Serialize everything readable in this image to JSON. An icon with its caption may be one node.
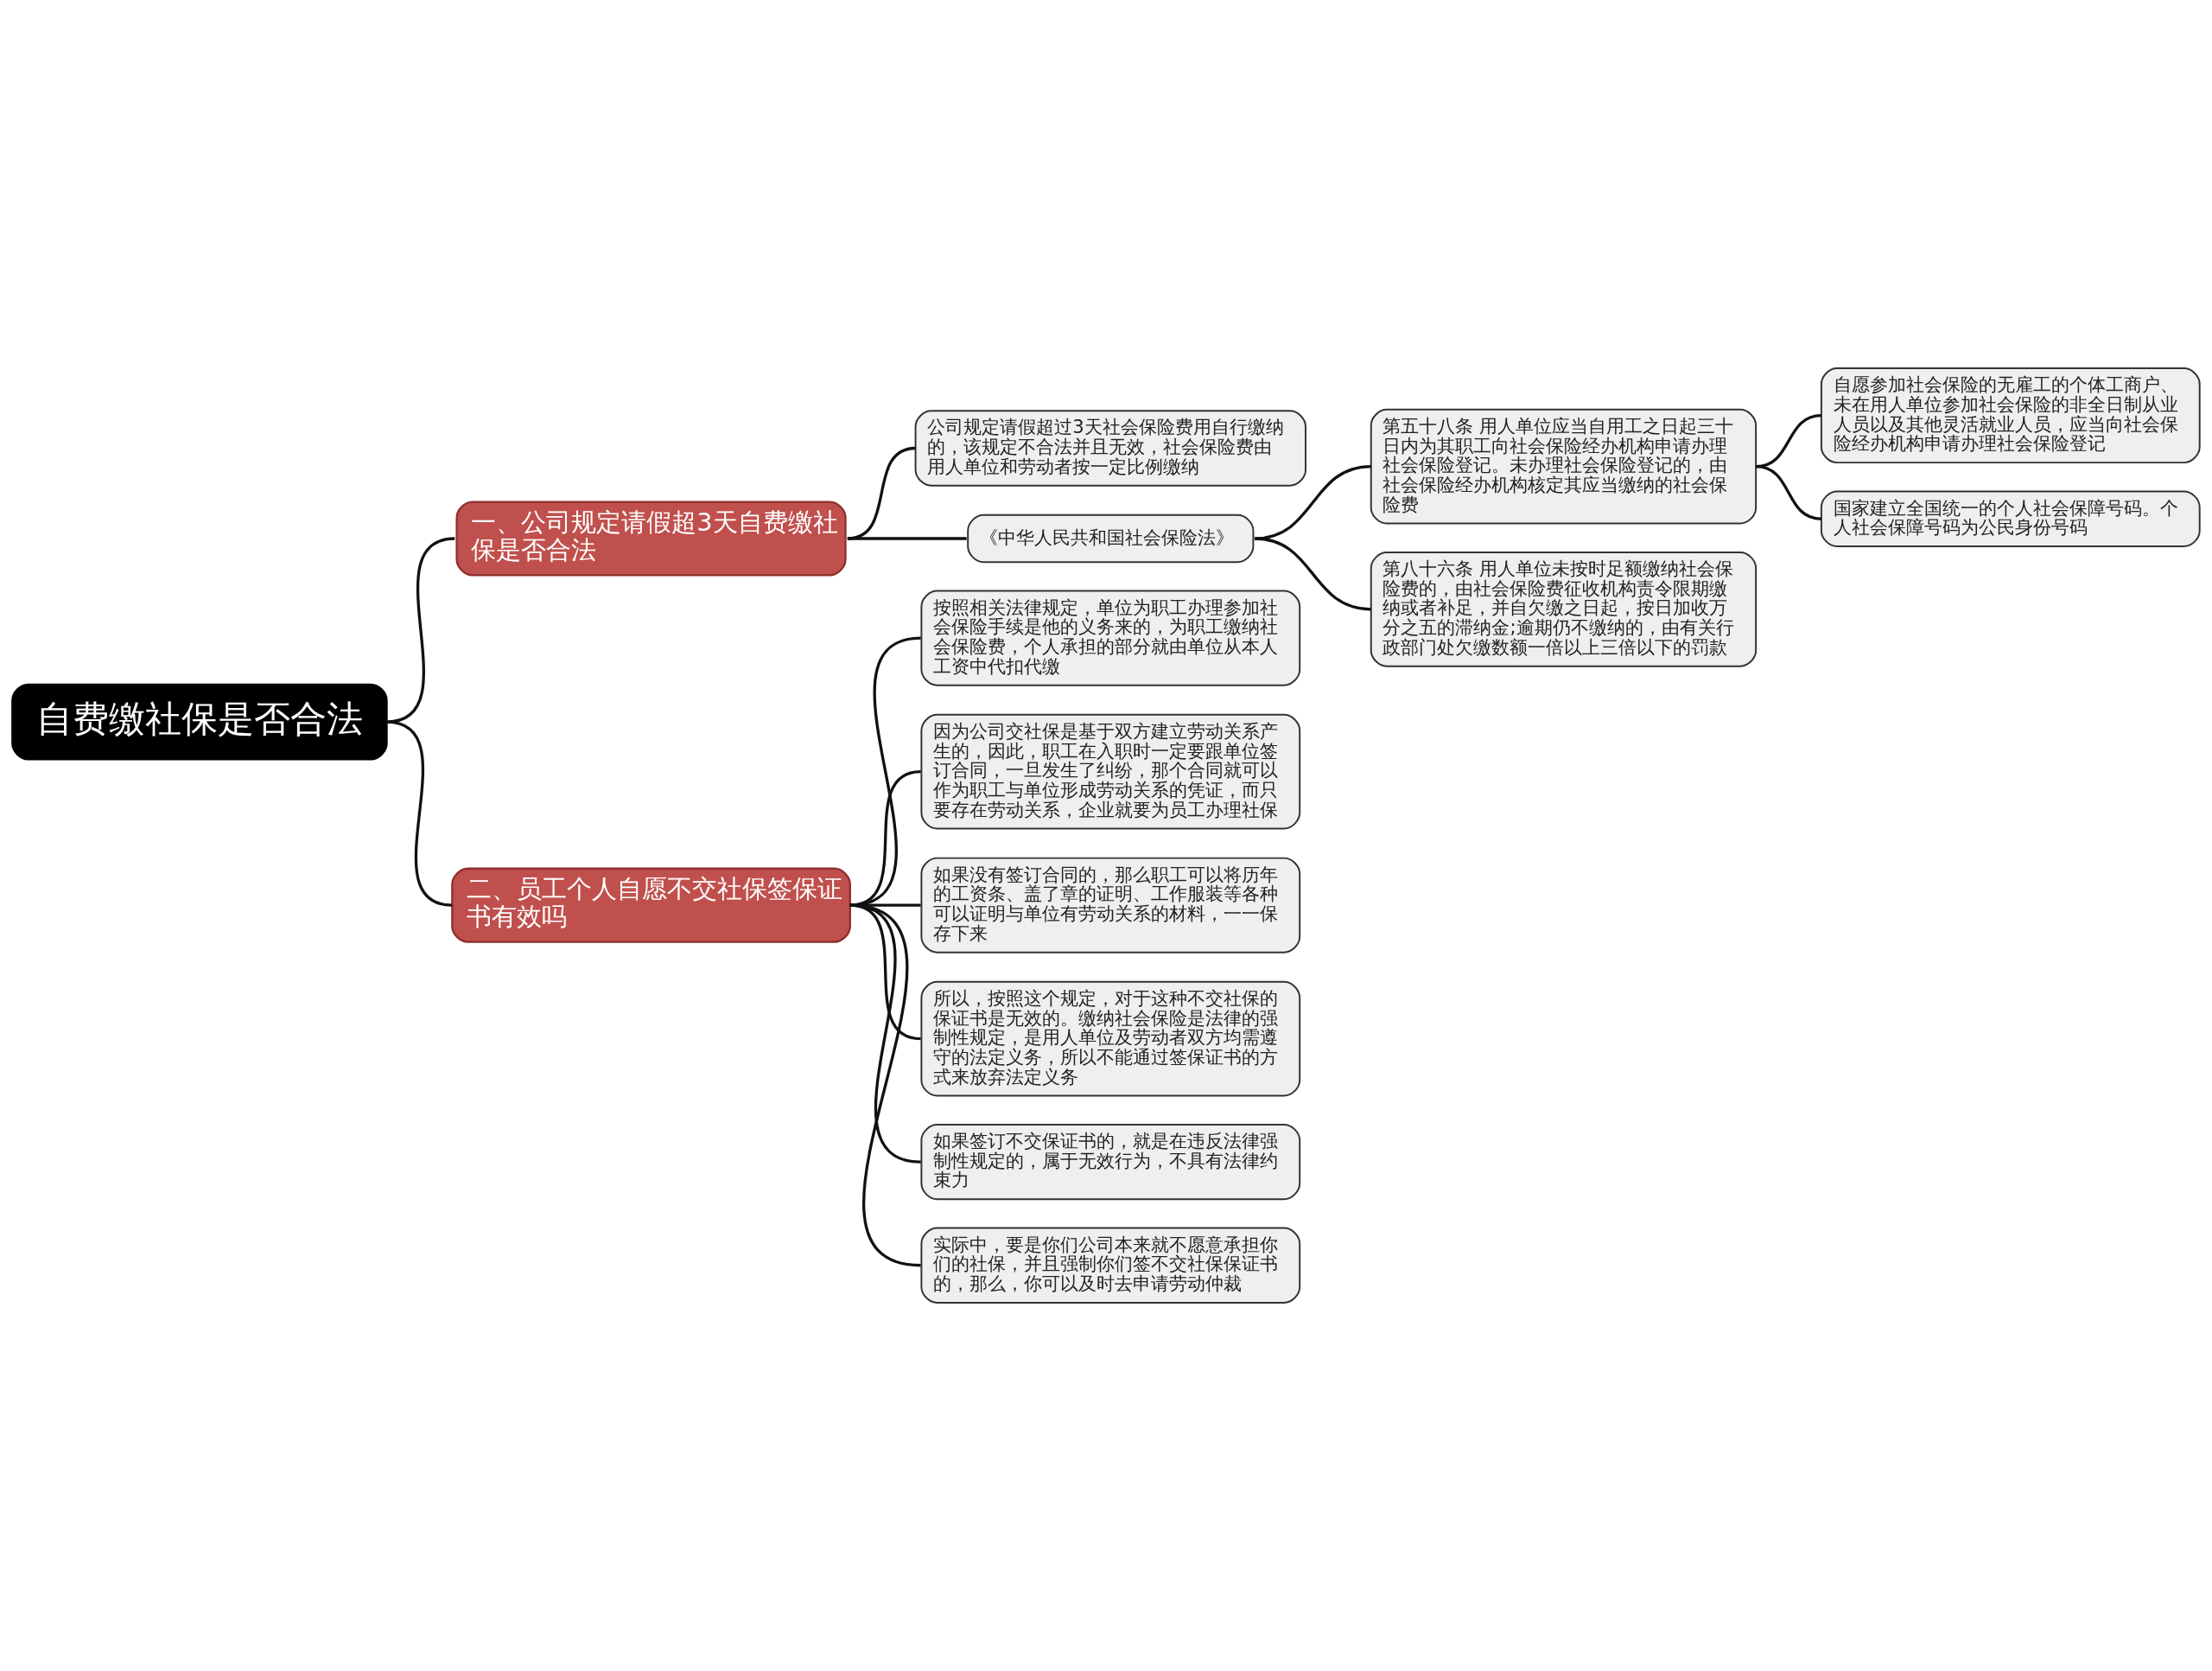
{
  "diagram": {
    "nodes": [
      {
        "text": [
          "自费缴社保是否合法"
        ]
      },
      {
        "text": [
          "一、公司规定请假超3天自费缴社保是否合法"
        ]
      },
      {
        "text": [
          "公司规定请假超过3天社会保险费用自行缴纳的，该规定不合法并且无效，社会保险费由用人单位和劳动者按一定比例缴纳"
        ]
      },
      {
        "text": [
          "《中华人民共和国社会保险法》"
        ]
      },
      {
        "text": [
          "第五十八条 用人单位应当自用工之日起三十日内为其职工向社会保险经办机构申请办理社会保险登记。未办理社会保险登记的，由社会保险经办机构核定其应当缴纳的社会保险费"
        ]
      },
      {
        "text": [
          "自愿参加社会保险的无雇工的个体工商户、未在用人单位参加社会保险的非全日制从业人员以及其他灵活就业人员，应当向社会保险经办机构申请办理社会保险登记"
        ]
      },
      {
        "text": [
          "国家建立全国统一的个人社会保障号码。个人社会保障号码为公民身份号码"
        ]
      },
      {
        "text": [
          "第八十六条 用人单位未按时足额缴纳社会保险费的，由社会保险费征收机构责令限期缴纳或者补足，并自欠缴之日起，按日加收万分之五的滞纳金;逾期仍不缴纳的，由有关行政部门处欠缴数额一倍以上三倍以下的罚款"
        ]
      },
      {
        "text": [
          "二、员工个人自愿不交社保签保证书有效吗"
        ]
      },
      {
        "text": [
          "按照相关法律规定，单位为职工办理参加社会保险手续是他的义务来的，为职工缴纳社会保险费，个人承担的部分就由单位从本人工资中代扣代缴"
        ]
      },
      {
        "text": [
          "因为公司交社保是基于双方建立劳动关系产生的，因此，职工在入职时一定要跟单位签订合同，一旦发生了纠纷，那个合同就可以作为职工与单位形成劳动关系的凭证，而只要存在劳动关系，企业就要为员工办理社保"
        ]
      },
      {
        "text": [
          "如果没有签订合同的，那么职工可以将历年的工资条、盖了章的证明、工作服装等各种可以证明与单位有劳动关系的材料，一一保存下来"
        ]
      },
      {
        "text": [
          "所以，按照这个规定，对于这种不交社保的保证书是无效的。缴纳社会保险是法律的强制性规定，是用人单位及劳动者双方均需遵守的法定义务，所以不能通过签保证书的方式来放弃法定义务"
        ]
      },
      {
        "text": [
          "如果签订不交保证书的，就是在违反法律强制性规定的，属于无效行为，不具有法律约束力"
        ]
      },
      {
        "text": [
          "实际中，要是你们公司本来就不愿意承担你们的社保，并且强制你们签不交社保保证书的，那么，你可以及时去申请劳动仲裁"
        ]
      }
    ],
    "edges": [
      {
        "from": 0,
        "to": 1,
        "arrow": "none"
      },
      {
        "from": 1,
        "to": 2,
        "arrow": "none"
      },
      {
        "from": 1,
        "to": 3,
        "arrow": "none"
      },
      {
        "from": 3,
        "to": 4,
        "arrow": "none"
      },
      {
        "from": 4,
        "to": 5,
        "arrow": "none"
      },
      {
        "from": 4,
        "to": 6,
        "arrow": "none"
      },
      {
        "from": 3,
        "to": 7,
        "arrow": "none"
      },
      {
        "from": 0,
        "to": 8,
        "arrow": "none"
      },
      {
        "from": 8,
        "to": 9,
        "arrow": "none"
      },
      {
        "from": 8,
        "to": 10,
        "arrow": "none"
      },
      {
        "from": 8,
        "to": 11,
        "arrow": "none"
      },
      {
        "from": 8,
        "to": 12,
        "arrow": "none"
      },
      {
        "from": 8,
        "to": 13,
        "arrow": "none"
      },
      {
        "from": 8,
        "to": 14,
        "arrow": "none"
      }
    ]
  }
}
